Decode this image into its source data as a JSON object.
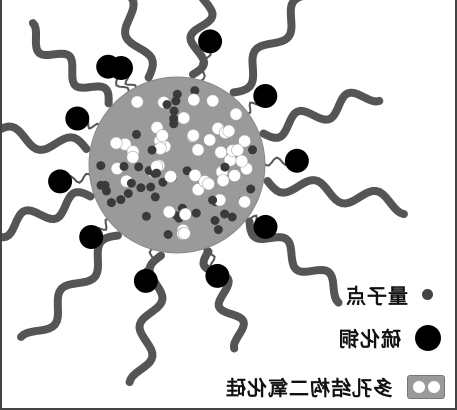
{
  "legend": {
    "quantum_dot": "量子点",
    "copper_sulfide": "硫化铜",
    "mesoporous_silica": "多孔结构二氧化硅"
  },
  "colors": {
    "silica": "#9a9a9a",
    "ligand": "#555555",
    "quantum_dot": "#3a3a3a",
    "copper_sulfide": "#000000",
    "pore": "#ffffff"
  },
  "icons": [
    "quantum-dot-icon",
    "copper-sulfide-icon",
    "silica-pore-icon"
  ]
}
